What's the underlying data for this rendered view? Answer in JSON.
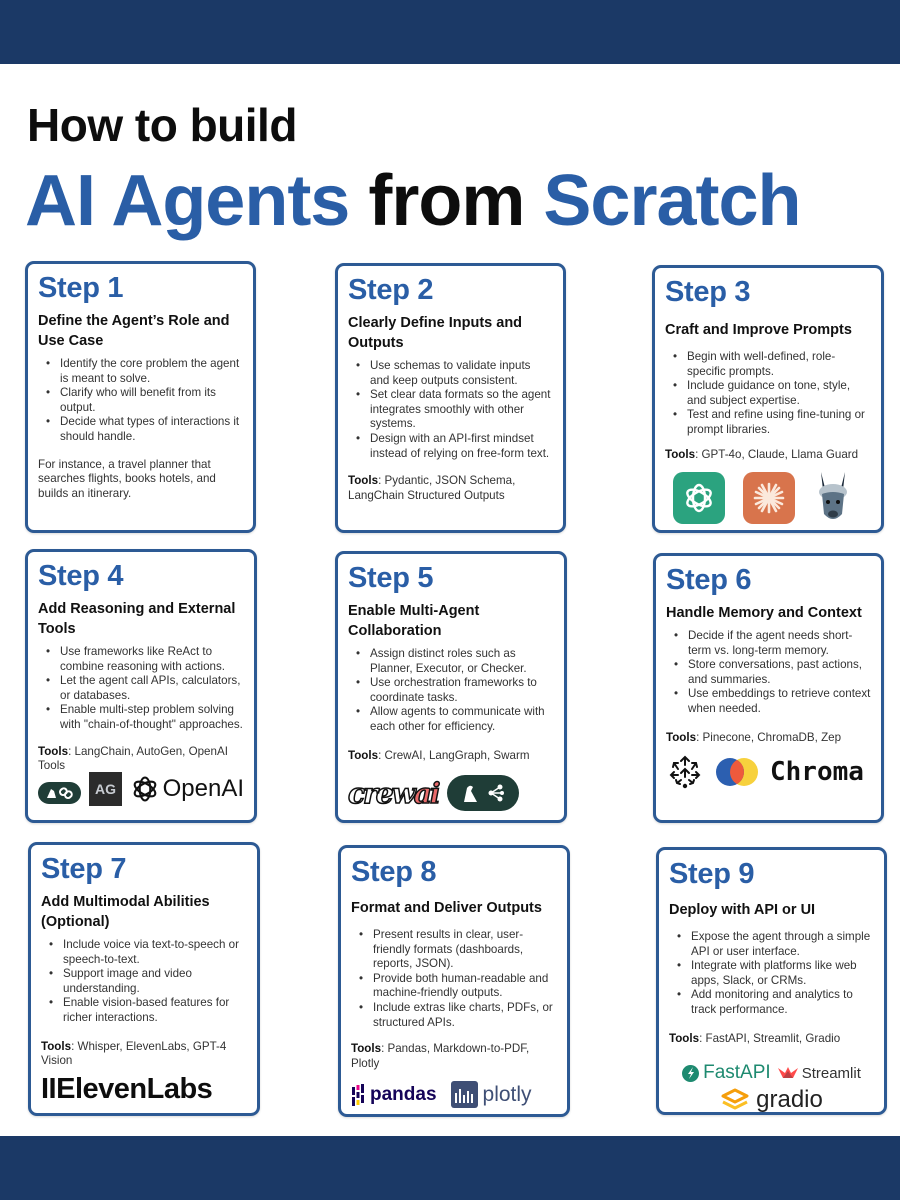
{
  "header": {
    "line1": "How to build",
    "line2_part1": "AI Agents",
    "line2_part2": "from",
    "line2_part3": "Scratch"
  },
  "colors": {
    "band": "#1b3966",
    "accent_blue": "#2a5ea6",
    "card_border": "#2d5a94"
  },
  "steps": [
    {
      "label": "Step 1",
      "title": "Define the Agent’s Role and Use Case",
      "bullets": [
        "Identify the core problem the agent is meant to solve.",
        "Clarify who will benefit from its output.",
        "Decide what types of interactions it should handle."
      ],
      "note": "For instance, a travel planner that searches flights, books hotels, and builds an itinerary."
    },
    {
      "label": "Step 2",
      "title": "Clearly Define Inputs and Outputs",
      "bullets": [
        "Use schemas to validate inputs and keep outputs consistent.",
        "Set clear data formats so the agent integrates smoothly with other systems.",
        "Design with an API-first mindset instead of relying on free-form text."
      ],
      "tools_label": "Tools",
      "tools": ": Pydantic, JSON Schema, LangChain Structured Outputs"
    },
    {
      "label": "Step 3",
      "title": "Craft and Improve Prompts",
      "bullets": [
        "Begin with well-defined, role-specific prompts.",
        "Include guidance on tone, style, and subject expertise.",
        "Test and refine using fine-tuning or prompt libraries."
      ],
      "tools_label": "Tools",
      "tools": ": GPT-4o, Claude, Llama Guard",
      "logos": [
        "openai-icon",
        "claude-icon",
        "llama-icon"
      ]
    },
    {
      "label": "Step 4",
      "title": "Add Reasoning and External Tools",
      "bullets": [
        "Use frameworks like ReAct to combine reasoning with actions.",
        "Let the agent call APIs, calculators, or databases.",
        "Enable multi-step problem solving with \"chain-of-thought\" approaches."
      ],
      "tools_label": "Tools",
      "tools": ": LangChain, AutoGen, OpenAI Tools",
      "logos": {
        "autogen": "AG",
        "openai": "OpenAI"
      }
    },
    {
      "label": "Step 5",
      "title": "Enable Multi-Agent Collaboration",
      "bullets": [
        "Assign distinct roles such as Planner, Executor, or Checker.",
        "Use orchestration frameworks to coordinate tasks.",
        "Allow agents to communicate with each other for efficiency."
      ],
      "tools_label": "Tools",
      "tools": ": CrewAI, LangGraph, Swarm",
      "logos": {
        "crew": "crew",
        "ai": "ai"
      }
    },
    {
      "label": "Step 6",
      "title": "Handle Memory and Context",
      "bullets": [
        "Decide if the agent needs short-term vs. long-term memory.",
        "Store conversations, past actions, and summaries.",
        "Use embeddings to retrieve context when needed."
      ],
      "tools_label": "Tools",
      "tools": ": Pinecone, ChromaDB, Zep",
      "logos": {
        "chroma": "Chroma"
      }
    },
    {
      "label": "Step 7",
      "title": "Add Multimodal Abilities (Optional)",
      "bullets": [
        "Include voice via text-to-speech or speech-to-text.",
        "Support image and video understanding.",
        "Enable vision-based features for richer interactions."
      ],
      "tools_label": "Tools",
      "tools": ": Whisper, ElevenLabs, GPT-4 Vision",
      "logos": {
        "elevenlabs": "IIElevenLabs"
      }
    },
    {
      "label": "Step 8",
      "title": "Format and Deliver Outputs",
      "bullets": [
        "Present results in clear, user-friendly formats (dashboards, reports, JSON).",
        "Provide both human-readable and machine-friendly outputs.",
        "Include extras like charts, PDFs, or structured APIs."
      ],
      "tools_label": "Tools",
      "tools": ": Pandas, Markdown-to-PDF, Plotly",
      "logos": {
        "pandas": "pandas",
        "plotly": "plotly"
      }
    },
    {
      "label": "Step 9",
      "title": "Deploy with API or UI",
      "bullets": [
        "Expose the agent through a simple API or user interface.",
        "Integrate with platforms like web apps, Slack, or CRMs.",
        "Add monitoring and analytics to track performance."
      ],
      "tools_label": "Tools",
      "tools": ": FastAPI, Streamlit, Gradio",
      "logos": {
        "fastapi": "FastAPI",
        "streamlit": "Streamlit",
        "gradio": "gradio"
      }
    }
  ]
}
